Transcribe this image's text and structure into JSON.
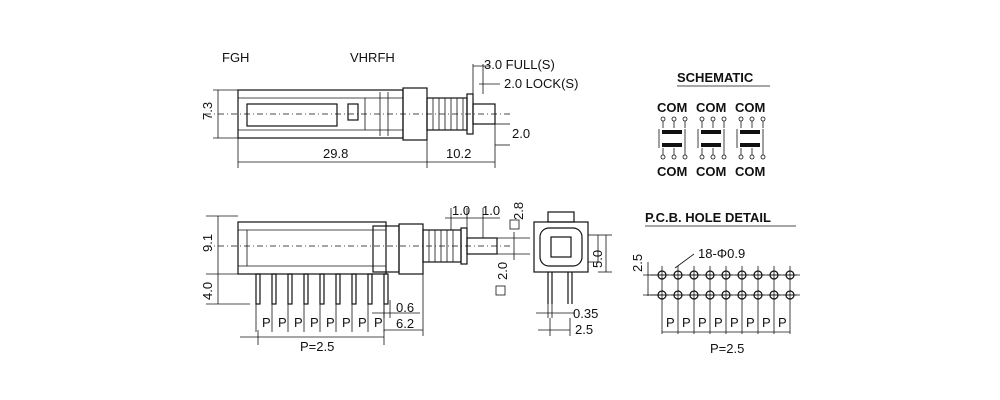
{
  "top_view": {
    "label_left": "FGH",
    "label_mid": "VHRFH",
    "full_stroke": "3.0 FULL(S)",
    "lock_stroke": "2.0 LOCK(S)",
    "height": "7.3",
    "body_length": "29.8",
    "stem_length": "10.2",
    "stem_width": "2.0"
  },
  "schematic": {
    "title": "SCHEMATIC",
    "top_labels": [
      "COM",
      "COM",
      "COM"
    ],
    "bottom_labels": [
      "COM",
      "COM",
      "COM"
    ]
  },
  "side_view": {
    "height": "9.1",
    "pin_height": "4.0",
    "stem_dim_a": "1.0",
    "stem_dim_b": "1.0",
    "stem_square_top": "2.8",
    "stem_square_side": "2.0",
    "pin_thickness": "0.6",
    "end_offset": "6.2",
    "pitch": "P=2.5",
    "pin_labels": [
      "P",
      "P",
      "P",
      "P",
      "P",
      "P",
      "P",
      "P"
    ]
  },
  "end_view": {
    "height": "5.0",
    "pin_width": "0.35",
    "pin_spacing": "2.5"
  },
  "pcb": {
    "title": "P.C.B. HOLE DETAIL",
    "row_spacing": "2.5",
    "holes": "18-Φ0.9",
    "pitch": "P=2.5",
    "pin_labels": [
      "P",
      "P",
      "P",
      "P",
      "P",
      "P",
      "P",
      "P"
    ]
  }
}
